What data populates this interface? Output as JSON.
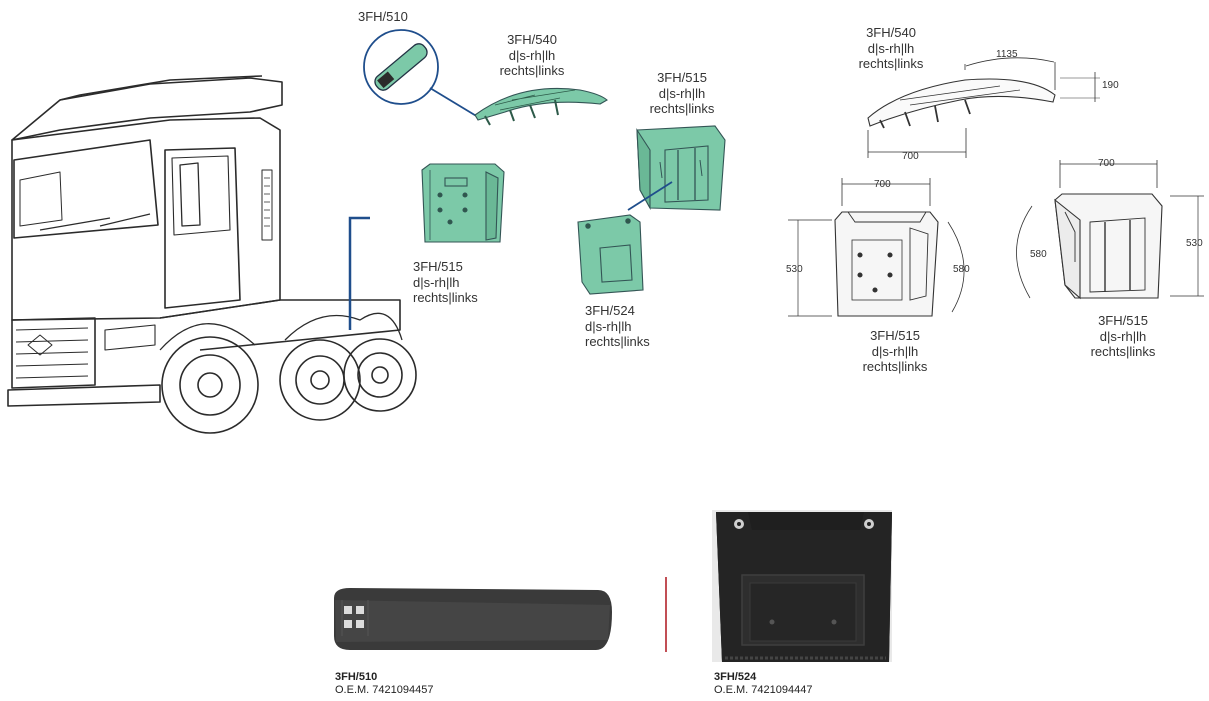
{
  "labels": {
    "p510_top": "3FH/510",
    "p540": [
      "3FH/540",
      "d|s-rh|lh",
      "rechts|links"
    ],
    "p515_green": [
      "3FH/515",
      "d|s-rh|lh",
      "rechts|links"
    ],
    "p515_right_green": [
      "3FH/515",
      "d|s-rh|lh",
      "rechts|links"
    ],
    "p524": [
      "3FH/524",
      "d|s-rh|lh",
      "rechts|links"
    ],
    "p540_dim": [
      "3FH/540",
      "d|s-rh|lh",
      "rechts|links"
    ],
    "p515_dim_a": [
      "3FH/515",
      "d|s-rh|lh",
      "rechts|links"
    ],
    "p515_dim_b": [
      "3FH/515",
      "d|s-rh|lh",
      "rechts|links"
    ]
  },
  "dimensions": {
    "wing_width": "1135",
    "wing_height": "190",
    "wing_depth": "700",
    "mudflap_a_width": "700",
    "mudflap_a_height_left": "530",
    "mudflap_a_height_right": "580",
    "mudflap_b_width": "700",
    "mudflap_b_height_left": "580",
    "mudflap_b_height_right": "530"
  },
  "products": [
    {
      "code": "3FH/510",
      "oem": "O.E.M. 7421094457"
    },
    {
      "code": "3FH/524",
      "oem": "O.E.M. 7421094447"
    }
  ],
  "colors": {
    "part_green": "#7cc9a8",
    "leader_blue": "#1f4e8c",
    "divider_red": "#b3232a"
  }
}
